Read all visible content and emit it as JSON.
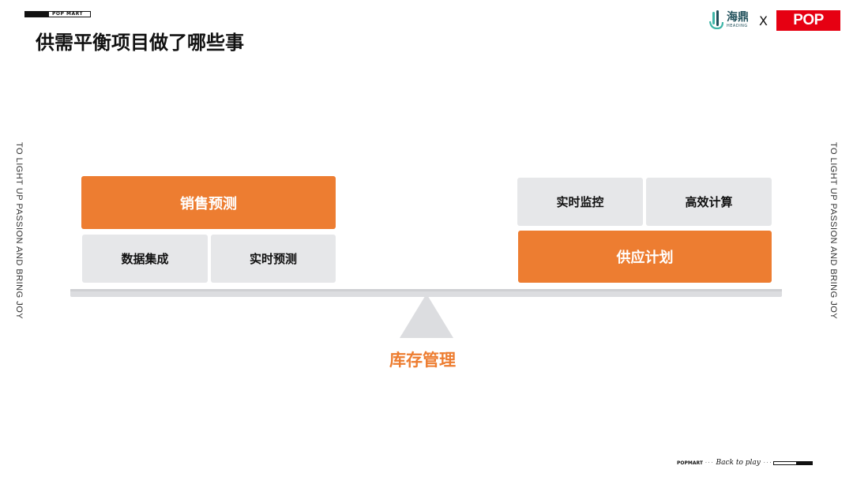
{
  "header": {
    "tag_text": "POP MART",
    "title": "供需平衡项目做了哪些事",
    "logo_heading_cn": "海鼎",
    "logo_heading_en": "HEADING",
    "logo_x": "X",
    "logo_popmart": "POP MART"
  },
  "side_text": {
    "left": "TO LIGHT UP PASSION AND BRING JOY",
    "right": "TO LIGHT UP PASSION AND BRING JOY"
  },
  "diagram": {
    "left_main": "销售预测",
    "left_sub": [
      "数据集成",
      "实时预测"
    ],
    "right_sub": [
      "实时监控",
      "高效计算"
    ],
    "right_main": "供应计划",
    "fulcrum_label": "库存管理"
  },
  "footer": {
    "brand": "POPMART",
    "dots_left": "· · ·",
    "slogan": "Back to play",
    "dots_right": "· · ·"
  },
  "colors": {
    "accent": "#ed7d31",
    "box_grey": "#e6e7e9",
    "popmart_red": "#e60012"
  }
}
